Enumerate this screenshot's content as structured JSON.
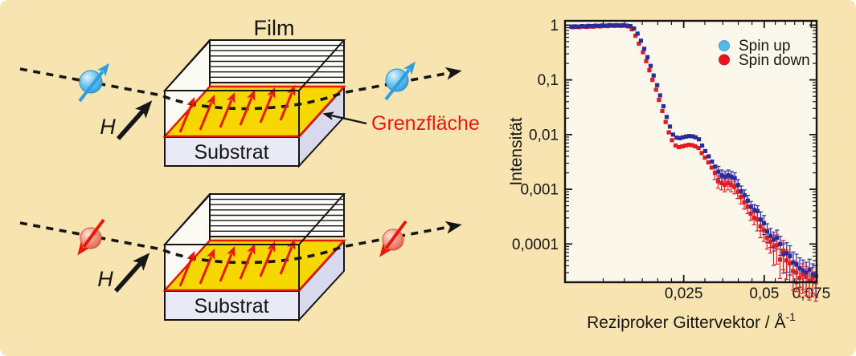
{
  "panel": {
    "background": "#f7e4b0"
  },
  "diagrams": {
    "film_label": "Film",
    "substrate_label": "Substrat",
    "interface_label": "Grenzfläche",
    "field_label": "H",
    "colors": {
      "interface_yellow": "#f6d800",
      "interface_outline_red": "#e8190c",
      "substrate_lavender": "#eaeaf7",
      "spin_up_blue": "#2d9fe0",
      "spin_down_red": "#e8190c",
      "beam_black": "#161616"
    }
  },
  "chart_data": {
    "type": "scatter",
    "x_scale": "log",
    "y_scale": "log",
    "title": "",
    "xlabel": "Reziproker Gittervektor / Å",
    "xlabel_superscript": "-1",
    "ylabel": "Intensität",
    "x_range": [
      0.009,
      0.0785
    ],
    "y_range": [
      2e-05,
      1.2
    ],
    "x_major_ticks": [
      0.025,
      0.05,
      0.075
    ],
    "x_major_tick_labels": [
      "0,025",
      "0,05",
      "0,075"
    ],
    "x_minor_ticks": [
      0.0125,
      0.015,
      0.0175,
      0.02,
      0.0225,
      0.03,
      0.035,
      0.04,
      0.045,
      0.055,
      0.06,
      0.065,
      0.07
    ],
    "y_major_ticks": [
      1,
      0.1,
      0.01,
      0.001,
      0.0001
    ],
    "y_major_tick_labels": [
      "1",
      "0,1",
      "0,01",
      "0,001",
      "0,0001"
    ],
    "plot_background": "#fbf7ea",
    "legend": [
      {
        "label": "Spin up",
        "marker_color": "#52b7ea"
      },
      {
        "label": "Spin down",
        "marker_color": "#e8141e"
      }
    ],
    "error_bars": {
      "show_below": 0.0025,
      "bands": [
        {
          "below": 0.0025,
          "rel": 0.25
        },
        {
          "below": 0.0003,
          "rel": 0.38
        },
        {
          "below": 0.0001,
          "rel": 0.55
        }
      ]
    },
    "series": [
      {
        "name": "Spin up",
        "marker_color": "#2b2b9c",
        "points": [
          [
            0.0095,
            0.94
          ],
          [
            0.0098,
            0.95
          ],
          [
            0.0101,
            0.94
          ],
          [
            0.0104,
            0.96
          ],
          [
            0.0107,
            0.95
          ],
          [
            0.011,
            0.97
          ],
          [
            0.0113,
            0.96
          ],
          [
            0.0117,
            0.98
          ],
          [
            0.012,
            0.97
          ],
          [
            0.0124,
            0.99
          ],
          [
            0.0128,
            0.98
          ],
          [
            0.0132,
            1.0
          ],
          [
            0.0136,
            0.99
          ],
          [
            0.014,
            1.0
          ],
          [
            0.0144,
            0.99
          ],
          [
            0.0149,
            1.0
          ],
          [
            0.0153,
            0.98
          ],
          [
            0.0158,
            0.96
          ],
          [
            0.0163,
            0.87
          ],
          [
            0.0168,
            0.7
          ],
          [
            0.0173,
            0.52
          ],
          [
            0.0178,
            0.37
          ],
          [
            0.0183,
            0.26
          ],
          [
            0.0188,
            0.18
          ],
          [
            0.0193,
            0.12
          ],
          [
            0.0199,
            0.08
          ],
          [
            0.0204,
            0.052
          ],
          [
            0.021,
            0.033
          ],
          [
            0.0216,
            0.021
          ],
          [
            0.0222,
            0.014
          ],
          [
            0.0228,
            0.01
          ],
          [
            0.0235,
            0.0088
          ],
          [
            0.0242,
            0.0086
          ],
          [
            0.0248,
            0.0089
          ],
          [
            0.0255,
            0.0092
          ],
          [
            0.0262,
            0.0094
          ],
          [
            0.027,
            0.0093
          ],
          [
            0.0277,
            0.0089
          ],
          [
            0.0285,
            0.0082
          ],
          [
            0.0293,
            0.0063
          ],
          [
            0.0301,
            0.005
          ],
          [
            0.031,
            0.004
          ],
          [
            0.0319,
            0.0032
          ],
          [
            0.0328,
            0.0026
          ],
          [
            0.0337,
            0.0021
          ],
          [
            0.0347,
            0.0018
          ],
          [
            0.0357,
            0.0017
          ],
          [
            0.0367,
            0.0018
          ],
          [
            0.0377,
            0.0017
          ],
          [
            0.0388,
            0.0016
          ],
          [
            0.0399,
            0.0012
          ],
          [
            0.041,
            0.00092
          ],
          [
            0.0422,
            0.00078
          ],
          [
            0.0434,
            0.00062
          ],
          [
            0.0446,
            0.00048
          ],
          [
            0.0459,
            0.00042
          ],
          [
            0.0472,
            0.0004
          ],
          [
            0.0485,
            0.00028
          ],
          [
            0.0499,
            0.00024
          ],
          [
            0.0513,
            0.00017
          ],
          [
            0.0528,
            0.00014
          ],
          [
            0.0543,
            0.00012
          ],
          [
            0.0558,
            0.00013
          ],
          [
            0.0574,
            0.0001
          ],
          [
            0.059,
            6.5e-05
          ],
          [
            0.0607,
            6.8e-05
          ],
          [
            0.0624,
            6e-05
          ],
          [
            0.0642,
            4.6e-05
          ],
          [
            0.066,
            4.2e-05
          ],
          [
            0.0679,
            3.6e-05
          ],
          [
            0.0698,
            3.3e-05
          ],
          [
            0.0718,
            3e-05
          ],
          [
            0.0738,
            3.4e-05
          ],
          [
            0.0759,
            2.8e-05
          ],
          [
            0.0781,
            2.6e-05
          ]
        ]
      },
      {
        "name": "Spin down",
        "marker_color": "#e11b22",
        "points": [
          [
            0.0096,
            0.92
          ],
          [
            0.0099,
            0.93
          ],
          [
            0.0102,
            0.92
          ],
          [
            0.0106,
            0.94
          ],
          [
            0.0109,
            0.93
          ],
          [
            0.0112,
            0.95
          ],
          [
            0.0115,
            0.94
          ],
          [
            0.0118,
            0.96
          ],
          [
            0.0122,
            0.95
          ],
          [
            0.0126,
            0.97
          ],
          [
            0.013,
            0.96
          ],
          [
            0.0134,
            0.98
          ],
          [
            0.0138,
            0.97
          ],
          [
            0.0142,
            0.98
          ],
          [
            0.0146,
            0.97
          ],
          [
            0.0151,
            0.98
          ],
          [
            0.0155,
            0.95
          ],
          [
            0.016,
            0.84
          ],
          [
            0.0165,
            0.64
          ],
          [
            0.017,
            0.46
          ],
          [
            0.0176,
            0.32
          ],
          [
            0.0181,
            0.22
          ],
          [
            0.0186,
            0.15
          ],
          [
            0.0191,
            0.1
          ],
          [
            0.0197,
            0.066
          ],
          [
            0.0202,
            0.043
          ],
          [
            0.0208,
            0.027
          ],
          [
            0.0214,
            0.017
          ],
          [
            0.022,
            0.011
          ],
          [
            0.0226,
            0.0079
          ],
          [
            0.0233,
            0.0063
          ],
          [
            0.024,
            0.0059
          ],
          [
            0.0247,
            0.0061
          ],
          [
            0.0254,
            0.0063
          ],
          [
            0.0261,
            0.0065
          ],
          [
            0.0269,
            0.0064
          ],
          [
            0.0276,
            0.0061
          ],
          [
            0.0284,
            0.0057
          ],
          [
            0.0292,
            0.0046
          ],
          [
            0.03,
            0.0038
          ],
          [
            0.0309,
            0.0031
          ],
          [
            0.0318,
            0.0025
          ],
          [
            0.0327,
            0.002
          ],
          [
            0.0336,
            0.0014
          ],
          [
            0.0346,
            0.0013
          ],
          [
            0.0356,
            0.0012
          ],
          [
            0.0366,
            0.0013
          ],
          [
            0.0376,
            0.0012
          ],
          [
            0.0387,
            0.0011
          ],
          [
            0.0398,
            0.0009
          ],
          [
            0.0409,
            0.00072
          ],
          [
            0.0421,
            0.00058
          ],
          [
            0.0433,
            0.00048
          ],
          [
            0.0445,
            0.00036
          ],
          [
            0.0458,
            0.0003
          ],
          [
            0.0471,
            0.00028
          ],
          [
            0.0484,
            0.00021
          ],
          [
            0.0498,
            0.00018
          ],
          [
            0.0512,
            0.00013
          ],
          [
            0.0527,
            0.00011
          ],
          [
            0.0542,
            9e-05
          ],
          [
            0.0557,
            9.5e-05
          ],
          [
            0.0573,
            5.2e-05
          ],
          [
            0.0589,
            7.5e-05
          ],
          [
            0.0606,
            5e-05
          ],
          [
            0.0623,
            4.4e-05
          ],
          [
            0.0641,
            3.2e-05
          ],
          [
            0.0659,
            3e-05
          ],
          [
            0.0678,
            2.4e-05
          ],
          [
            0.0697,
            2.8e-05
          ],
          [
            0.0717,
            2.5e-05
          ],
          [
            0.0737,
            2.1e-05
          ],
          [
            0.0758,
            2.4e-05
          ],
          [
            0.0779,
            2e-05
          ]
        ]
      }
    ]
  }
}
